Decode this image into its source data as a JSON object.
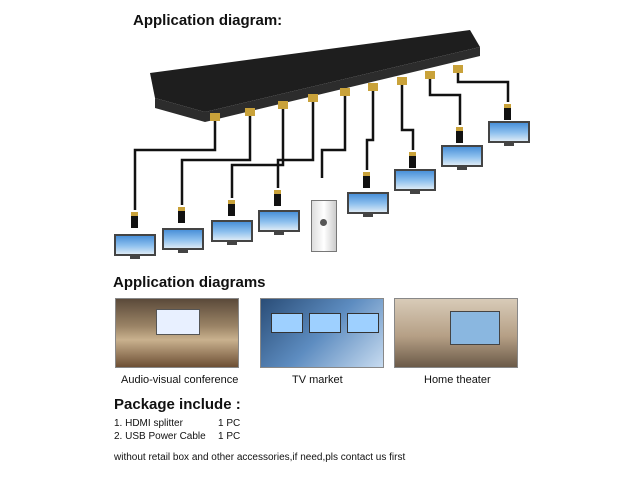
{
  "title": "Application diagram:",
  "section_title": "Application diagrams",
  "photos": [
    {
      "caption": "Audio-visual conference"
    },
    {
      "caption": "TV market"
    },
    {
      "caption": "Home theater"
    }
  ],
  "package": {
    "title": "Package include :",
    "items": [
      {
        "name": "1. HDMI splitter",
        "qty": "1 PC"
      },
      {
        "name": "2. USB Power Cable",
        "qty": "1 PC"
      }
    ],
    "note": "without retail box and other accessories,if need,pls contact us first"
  },
  "colors": {
    "device": "#1e1e1e",
    "cable": "#111111",
    "plug_gold": "#c9a23a",
    "screen": "#4a90d9"
  }
}
